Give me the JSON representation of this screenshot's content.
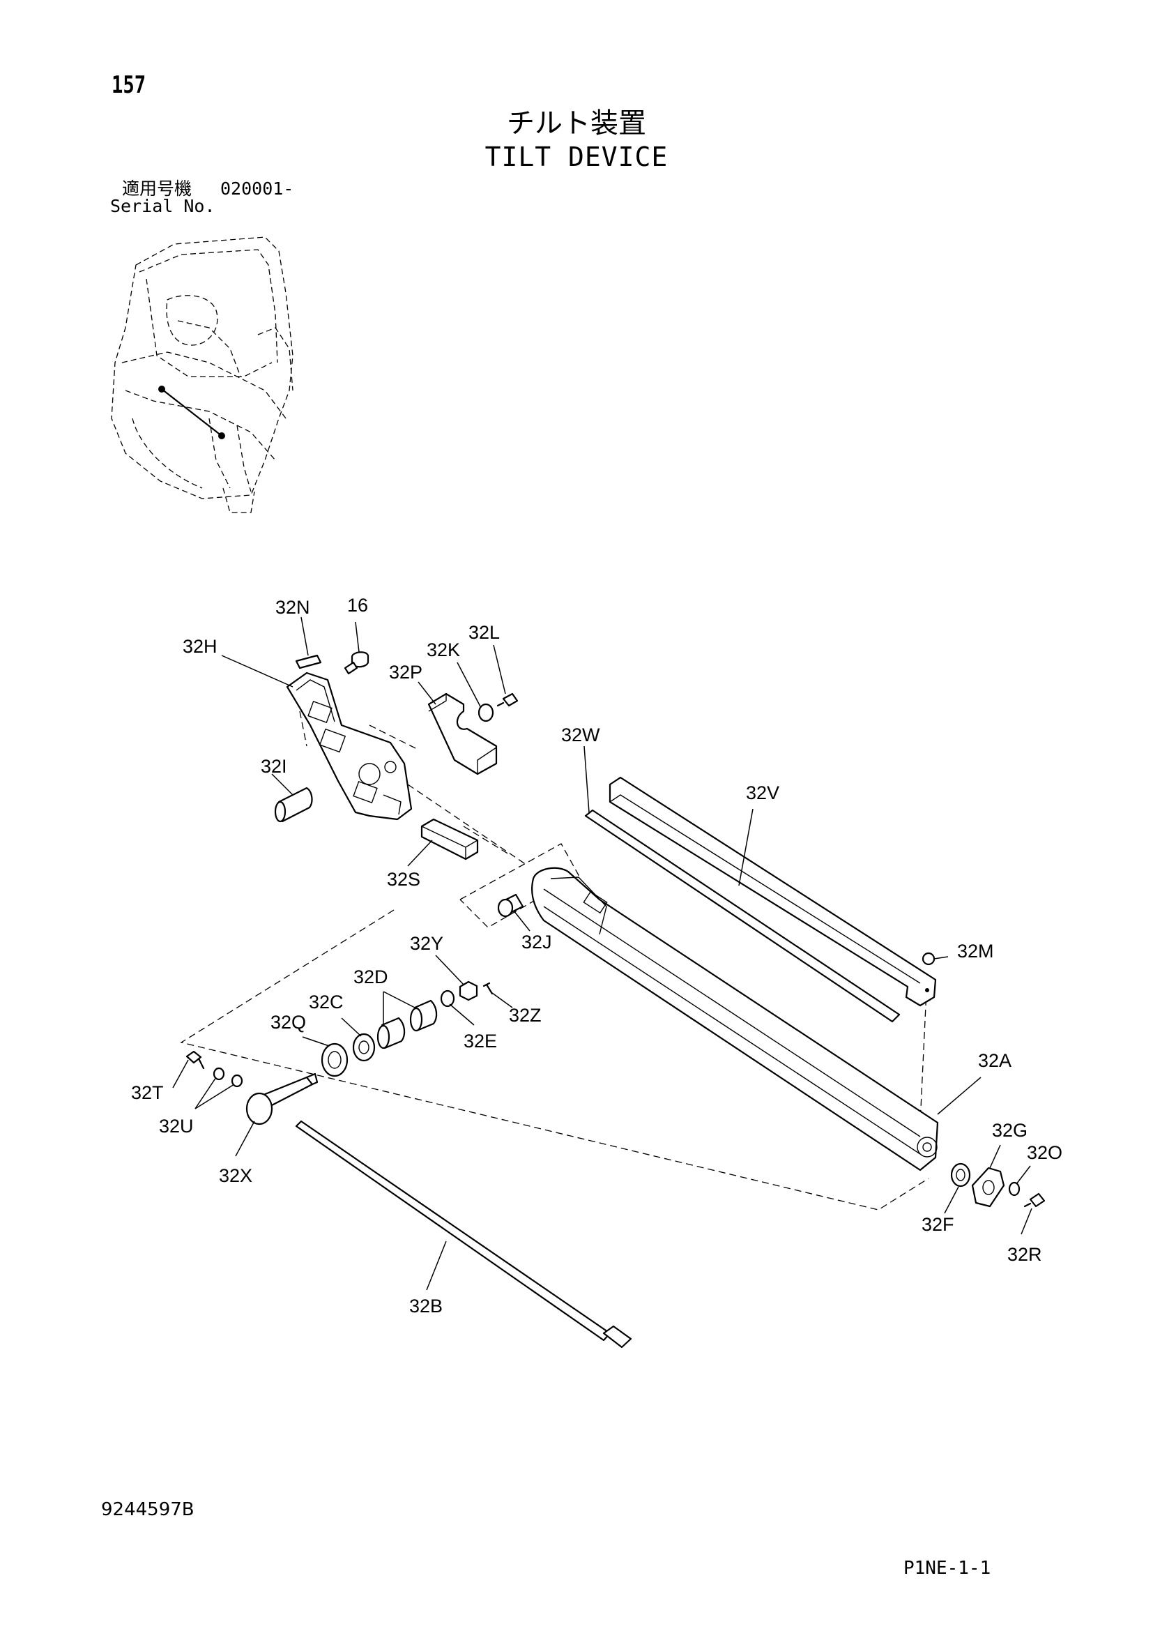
{
  "header": {
    "page_number": "157",
    "title_jp": "チルト装置",
    "title_en": "TILT DEVICE",
    "serial_label_jp": "適用号機",
    "serial_range": "020001-",
    "serial_label_en": "Serial No."
  },
  "footer": {
    "doc_number": "9244597B",
    "page_code": "P1NE-1-1"
  },
  "callouts": {
    "n32N": "32N",
    "n16": "16",
    "n32H": "32H",
    "n32L": "32L",
    "n32K": "32K",
    "n32P": "32P",
    "n32W": "32W",
    "n32I": "32I",
    "n32V": "32V",
    "n32S": "32S",
    "n32J": "32J",
    "n32Y": "32Y",
    "n32M": "32M",
    "n32D": "32D",
    "n32C": "32C",
    "n32Z": "32Z",
    "n32Q": "32Q",
    "n32E": "32E",
    "n32A": "32A",
    "n32T": "32T",
    "n32U": "32U",
    "n32G": "32G",
    "n32O": "32O",
    "n32X": "32X",
    "n32F": "32F",
    "n32R": "32R",
    "n32B": "32B"
  }
}
